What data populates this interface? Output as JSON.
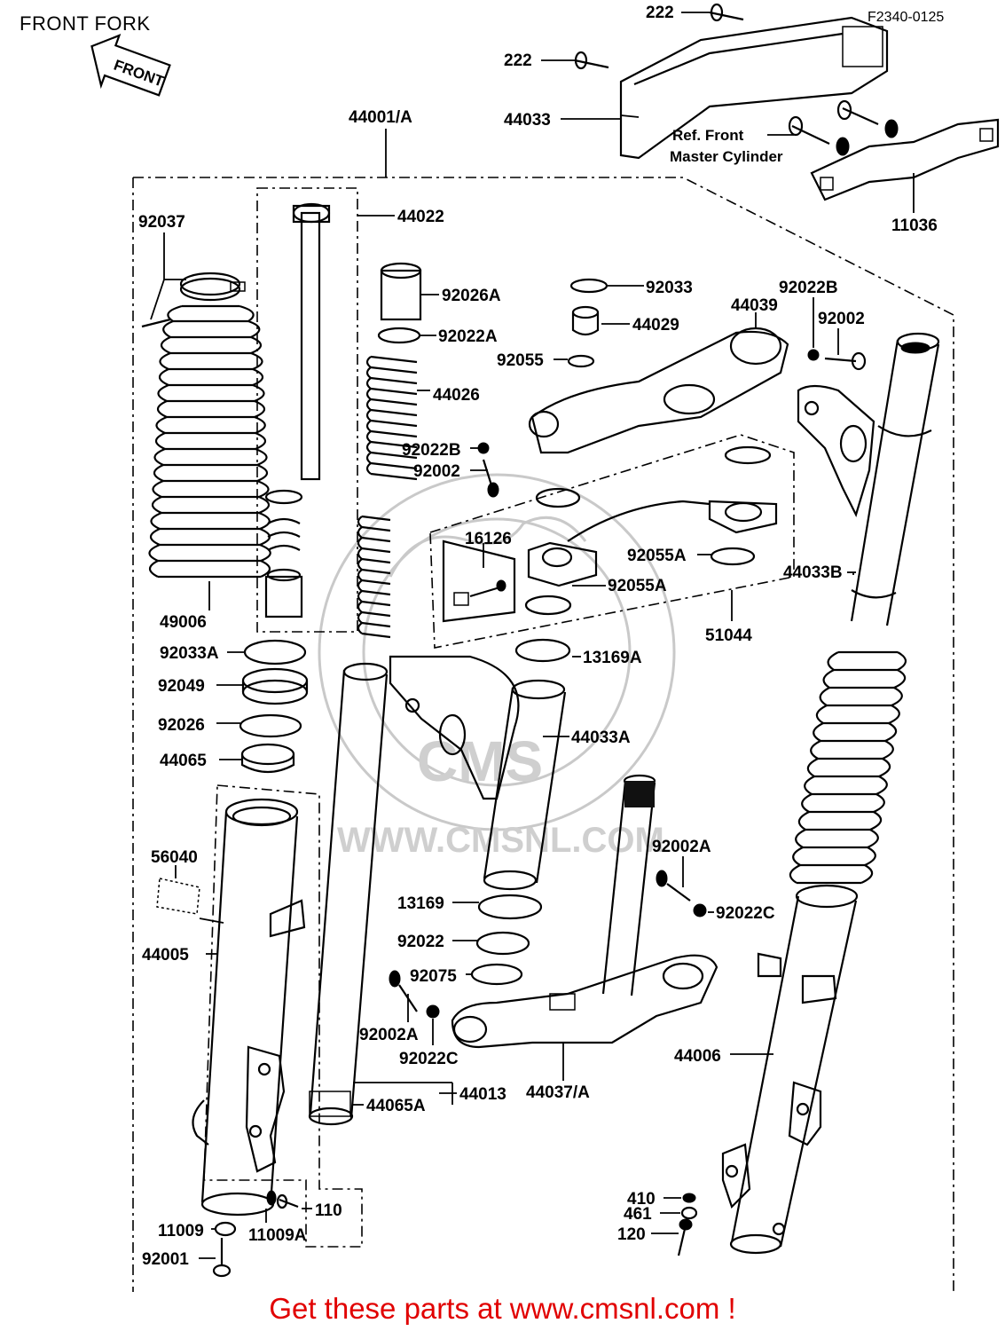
{
  "page": {
    "title": "FRONT FORK",
    "drawing_code": "F2340-0125",
    "promo_text": "Get these parts at www.cmsnl.com !",
    "watermark_text": "WWW.CMSNL.COM",
    "front_arrow": "FRONT"
  },
  "labels": {
    "p222a": "222",
    "p222b": "222",
    "p44033": "44033",
    "ref_line1": "Ref. Front",
    "ref_line2": "Master Cylinder",
    "p11036": "11036",
    "p44001": "44001/A",
    "p44022": "44022",
    "p92037": "92037",
    "p92026A": "92026A",
    "p92022A": "92022A",
    "p44026": "44026",
    "p92033": "92033",
    "p44029": "44029",
    "p92055": "92055",
    "p44039": "44039",
    "p92022B_top": "92022B",
    "p92002_top": "92002",
    "p92022B": "92022B",
    "p92002": "92002",
    "p16126": "16126",
    "p92055A_r": "92055A",
    "p92055A": "92055A",
    "p44033B": "44033B",
    "p51044": "51044",
    "p49006": "49006",
    "p13169A": "13169A",
    "p92033A": "92033A",
    "p92049": "92049",
    "p92026": "92026",
    "p44065": "44065",
    "p44033A": "44033A",
    "p56040": "56040",
    "p92002A_r": "92002A",
    "p92022C_r": "92022C",
    "p13169": "13169",
    "p44005": "44005",
    "p92022": "92022",
    "p92075": "92075",
    "p92002A": "92002A",
    "p92022C": "92022C",
    "p44006": "44006",
    "p44037": "44037/A",
    "p44013": "44013",
    "p44065A": "44065A",
    "p110": "110",
    "p11009": "11009",
    "p11009A": "11009A",
    "p92001": "92001",
    "p410": "410",
    "p461": "461",
    "p120": "120"
  }
}
